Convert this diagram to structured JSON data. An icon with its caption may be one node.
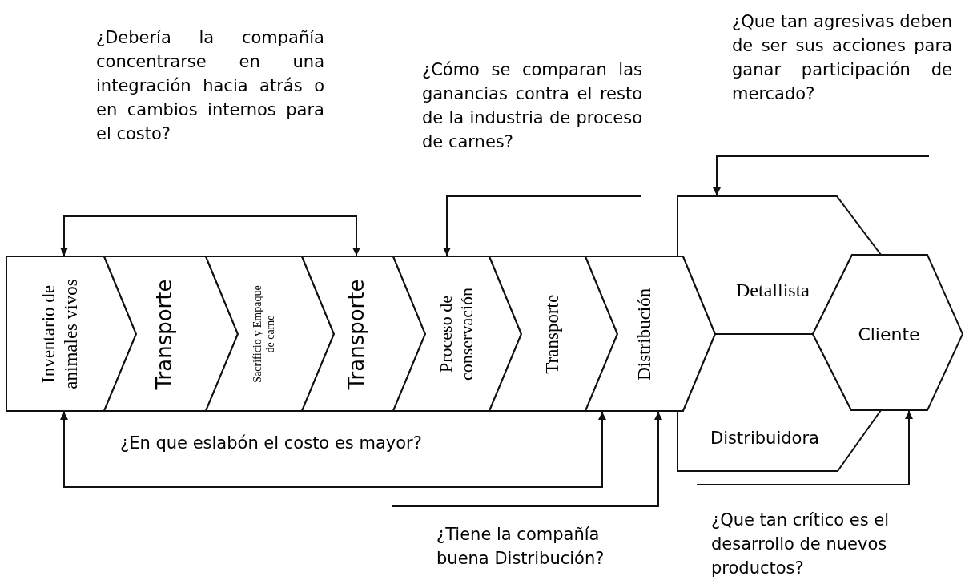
{
  "diagram": {
    "nodes": [
      {
        "text": [
          "Inventario de animales vivos"
        ]
      },
      {
        "text": [
          "Transporte"
        ]
      },
      {
        "text": [
          "Sacrificio y Empaque de carne"
        ]
      },
      {
        "text": [
          "Transporte"
        ]
      },
      {
        "text": [
          "Proceso de conservación"
        ]
      },
      {
        "text": [
          "Transporte"
        ]
      },
      {
        "text": [
          "Distribución"
        ]
      },
      {
        "text": [
          "Detallista"
        ]
      },
      {
        "text": [
          "Distribuidora"
        ]
      },
      {
        "text": [
          "Cliente"
        ]
      }
    ],
    "edges": [
      {
        "from": 0,
        "to": 3,
        "arrow": "both"
      },
      {
        "from": null,
        "to": 4,
        "arrow": "to"
      },
      {
        "from": null,
        "to": 7,
        "arrow": "to"
      },
      {
        "from": 0,
        "to": 5,
        "arrow": "both",
        "label": "¿En que eslabón el costo es mayor?"
      },
      {
        "from": null,
        "to": 6,
        "arrow": "to"
      },
      {
        "from": null,
        "to": 9,
        "arrow": "to"
      }
    ],
    "labels": [
      "¿Debería la compañía concentrarse en una integración hacia atrás o en cambios internos para el costo?",
      "¿Cómo se comparan las ganancias contra el resto de la industria de proceso de carnes?",
      "¿Que tan agresivas deben de ser sus acciones para ganar participación de mercado?",
      "¿Tiene la compañía buena Distribución?",
      "¿Que tan crítico es el desarrollo de nuevos productos?"
    ]
  }
}
